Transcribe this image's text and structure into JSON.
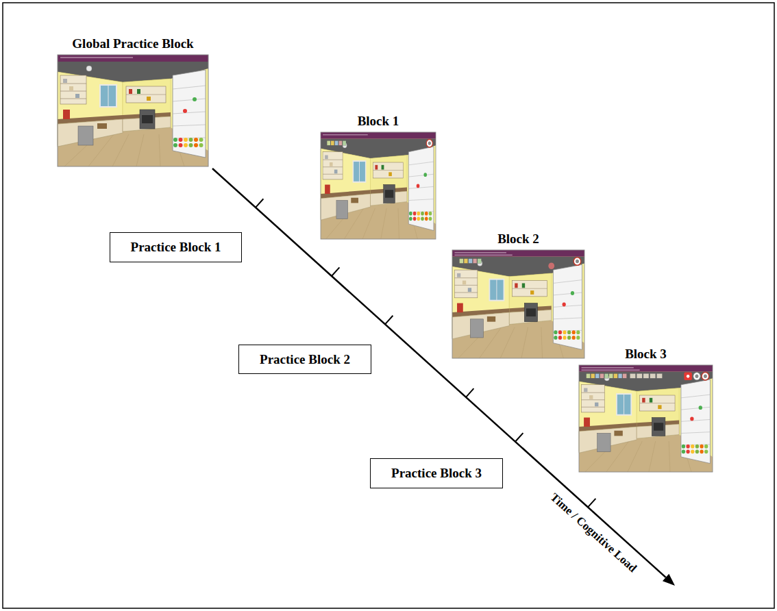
{
  "diagram": {
    "nodes": [
      {
        "text": [
          "Global Practice Block"
        ]
      },
      {
        "text": [
          "Practice Block 1"
        ]
      },
      {
        "text": [
          "Block 1"
        ]
      },
      {
        "text": [
          "Practice Block 2"
        ]
      },
      {
        "text": [
          "Block 2"
        ]
      },
      {
        "text": [
          "Practice Block 3"
        ]
      },
      {
        "text": [
          "Block 3"
        ]
      }
    ],
    "labels": [
      "Time / Cognitive Load"
    ]
  }
}
